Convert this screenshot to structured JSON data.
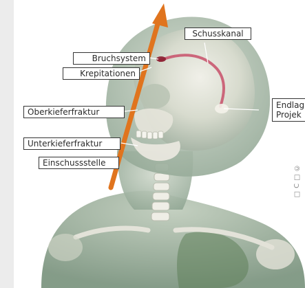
{
  "labels": {
    "schusskanal": "Schusskanal",
    "bruchsystem": "Bruchsystem",
    "krepitationen": "Krepitationen",
    "oberkieferfraktur": "Oberkieferfraktur",
    "endlage_line1": "Endlag",
    "endlage_line2": "Projek",
    "unterkieferfraktur": "Unterkieferfraktur",
    "einschussstelle": "Einschussstelle"
  },
  "colors": {
    "arrow": "#e0741e",
    "bullet_channel": "#c8506a",
    "tissue": "#9fb2a0",
    "bone": "#e8e6dc",
    "background": "#ffffff"
  },
  "icons": {
    "trajectory": "up-arrow-icon"
  }
}
